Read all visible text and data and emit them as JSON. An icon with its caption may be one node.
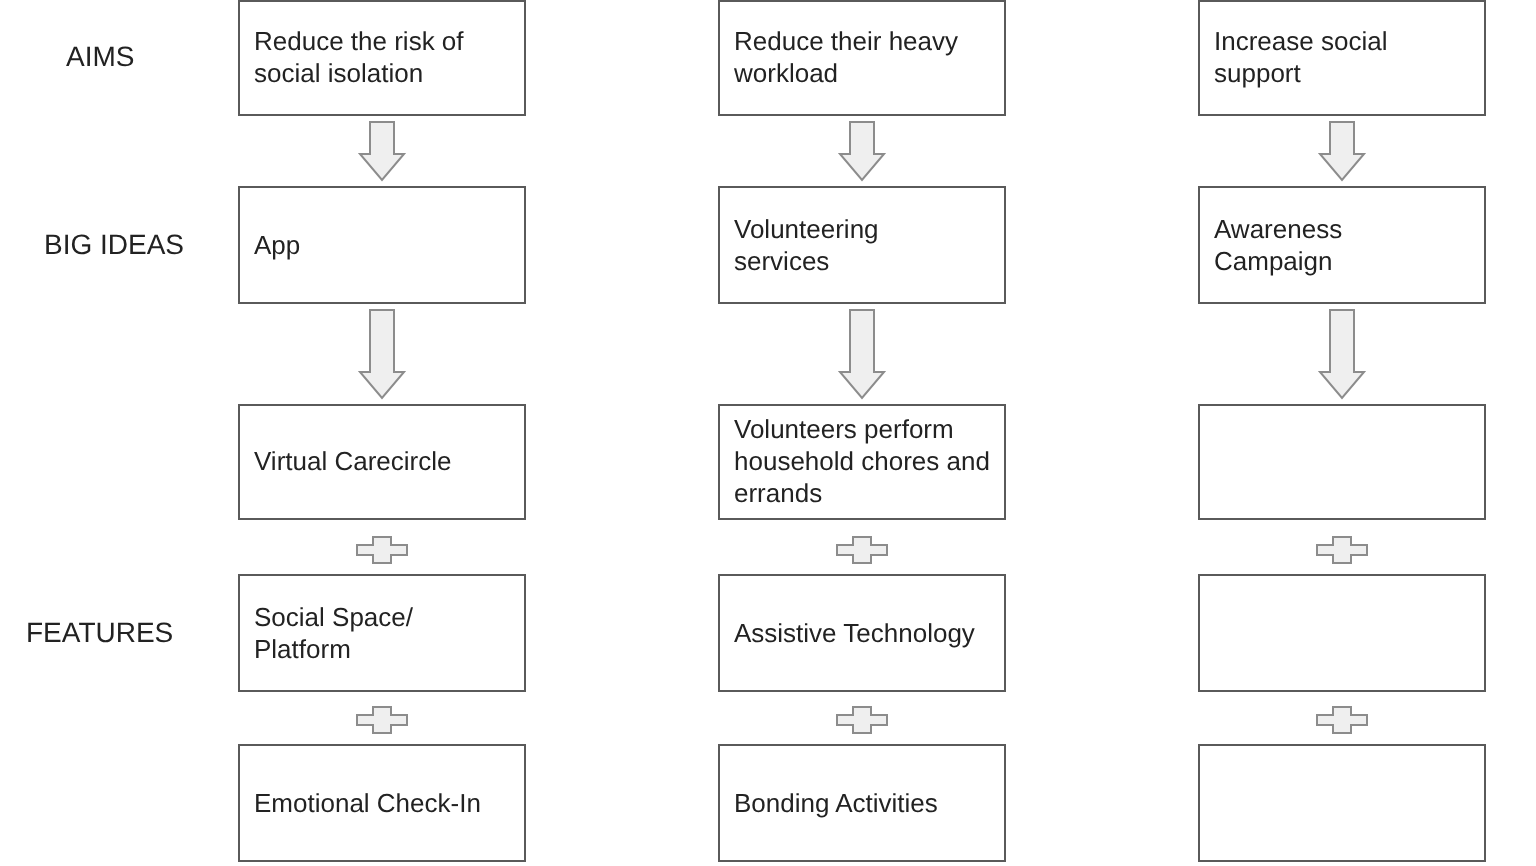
{
  "diagram": {
    "nodes": [
      {
        "text": [
          "Reduce the risk of social isolation"
        ]
      },
      {
        "text": [
          "Reduce their heavy workload"
        ]
      },
      {
        "text": [
          "Increase social support"
        ]
      },
      {
        "text": [
          "App"
        ]
      },
      {
        "text": [
          "Volunteering services"
        ]
      },
      {
        "text": [
          "Awareness Campaign"
        ]
      },
      {
        "text": [
          "Virtual Carecircle"
        ]
      },
      {
        "text": [
          "Volunteers perform household chores and errands"
        ]
      },
      {
        "text": [],
        "shape": "box"
      },
      {
        "text": [
          "Social Space/ Platform"
        ]
      },
      {
        "text": [
          "Assistive Technology"
        ]
      },
      {
        "text": [],
        "shape": "box"
      },
      {
        "text": [
          "Emotional Check-In"
        ]
      },
      {
        "text": [
          "Bonding Activities"
        ]
      },
      {
        "text": [],
        "shape": "box"
      }
    ],
    "edges": [
      {
        "from": 0,
        "to": 3,
        "arrow": "to"
      },
      {
        "from": 3,
        "to": 6,
        "arrow": "to"
      },
      {
        "from": 1,
        "to": 4,
        "arrow": "to"
      },
      {
        "from": 4,
        "to": 7,
        "arrow": "to"
      },
      {
        "from": 2,
        "to": 5,
        "arrow": "to"
      },
      {
        "from": 5,
        "to": 8,
        "arrow": "to"
      }
    ],
    "labels": [
      "AIMS",
      "BIG IDEAS",
      "FEATURES"
    ]
  }
}
